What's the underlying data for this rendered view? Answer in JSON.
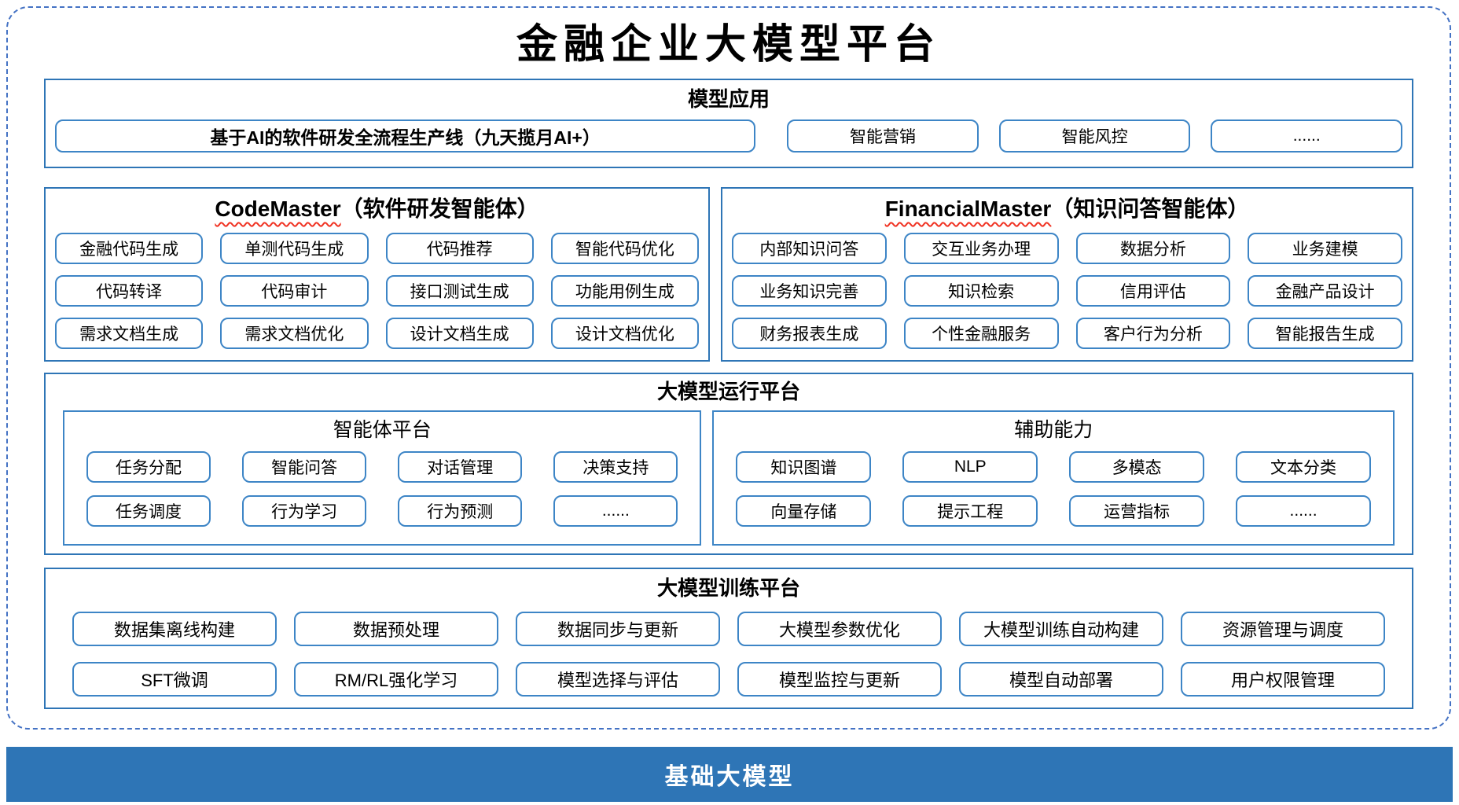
{
  "title": "金融企业大模型平台",
  "colors": {
    "section_border": "#2E75B6",
    "node_border": "#3D85C6",
    "dashed_frame": "#4472C4",
    "base_bar_background": "#2E75B6",
    "base_bar_text": "#FFFFFF",
    "wavy_underline": "#F03222",
    "text": "#000000"
  },
  "model_app": {
    "title": "模型应用",
    "pipeline_button": "基于AI的软件研发全流程生产线（九天揽月AI+）",
    "buttons": [
      "智能营销",
      "智能风控",
      "......"
    ]
  },
  "code_master": {
    "title_en": "CodeMaster",
    "title_suffix": "（软件研发智能体）",
    "items": [
      "金融代码生成",
      "单测代码生成",
      "代码推荐",
      "智能代码优化",
      "代码转译",
      "代码审计",
      "接口测试生成",
      "功能用例生成",
      "需求文档生成",
      "需求文档优化",
      "设计文档生成",
      "设计文档优化"
    ]
  },
  "financial_master": {
    "title_en": "FinancialMaster",
    "title_suffix": "（知识问答智能体）",
    "items": [
      "内部知识问答",
      "交互业务办理",
      "数据分析",
      "业务建模",
      "业务知识完善",
      "知识检索",
      "信用评估",
      "金融产品设计",
      "财务报表生成",
      "个性金融服务",
      "客户行为分析",
      "智能报告生成"
    ]
  },
  "runtime_platform": {
    "title": "大模型运行平台",
    "agent_platform": {
      "title": "智能体平台",
      "items": [
        "任务分配",
        "智能问答",
        "对话管理",
        "决策支持",
        "任务调度",
        "行为学习",
        "行为预测",
        "......"
      ]
    },
    "aux_capabilities": {
      "title": "辅助能力",
      "items": [
        "知识图谱",
        "NLP",
        "多模态",
        "文本分类",
        "向量存储",
        "提示工程",
        "运营指标",
        "......"
      ]
    }
  },
  "training_platform": {
    "title": "大模型训练平台",
    "items": [
      "数据集离线构建",
      "数据预处理",
      "数据同步与更新",
      "大模型参数优化",
      "大模型训练自动构建",
      "资源管理与调度",
      "SFT微调",
      "RM/RL强化学习",
      "模型选择与评估",
      "模型监控与更新",
      "模型自动部署",
      "用户权限管理"
    ]
  },
  "base_model_bar": {
    "label": "基础大模型"
  }
}
